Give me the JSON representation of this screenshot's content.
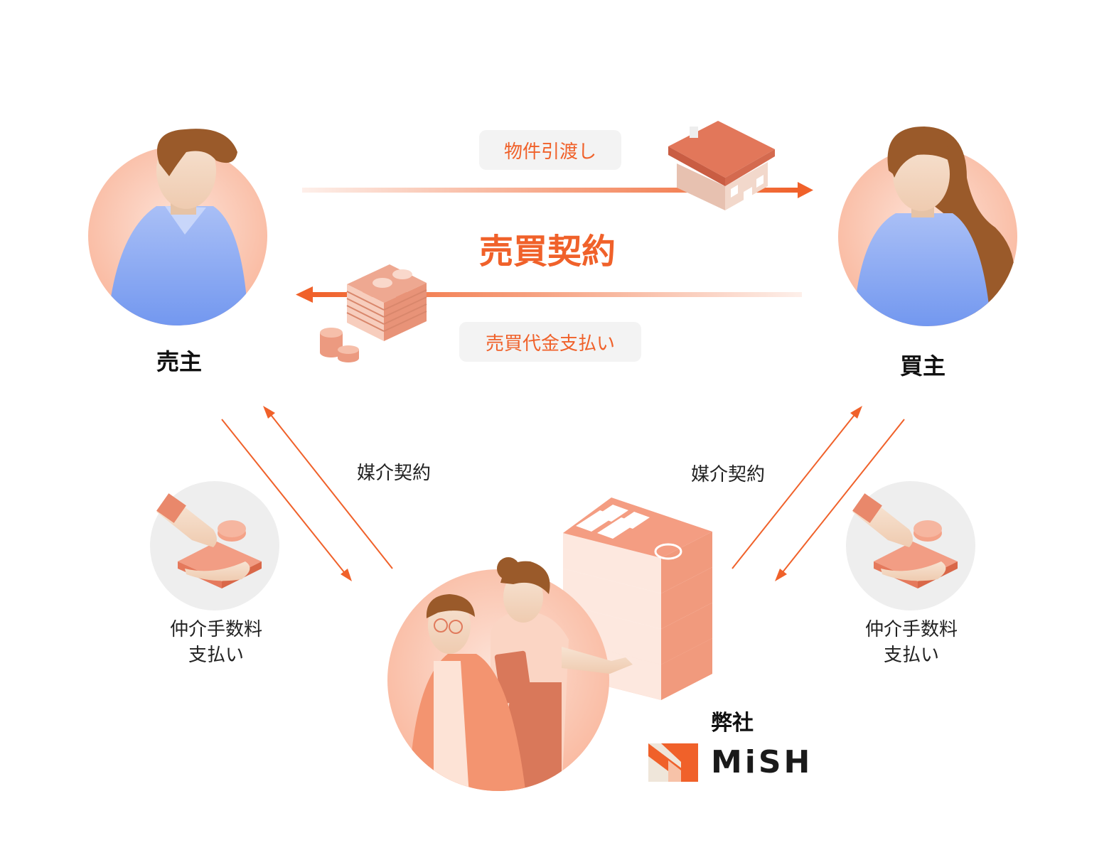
{
  "diagram": {
    "title": "売買契約",
    "seller": {
      "label": "売主"
    },
    "buyer": {
      "label": "買主"
    },
    "property_handover": "物件引渡し",
    "payment": "売買代金支払い",
    "brokerage_left": "媒介契約",
    "brokerage_right": "媒介契約",
    "fee_left": [
      "仲介手数料",
      "支払い"
    ],
    "fee_right": [
      "仲介手数料",
      "支払い"
    ],
    "company": {
      "label": "弊社",
      "brand": "MiSH"
    }
  },
  "colors": {
    "accent": "#f0612a",
    "circle_peach": "#fbc7b2",
    "pill_bg": "#f3f3f3",
    "fee_circle": "#eeeeee",
    "shirt_blue": "#8aa8f2",
    "hair_brown": "#9a5a2a"
  },
  "icons": [
    "seller-person-icon",
    "buyer-person-icon",
    "house-icon",
    "money-stack-icon",
    "coins-icon",
    "hand-money-icon",
    "building-icon",
    "staff-people-icon",
    "mish-logo-icon"
  ]
}
